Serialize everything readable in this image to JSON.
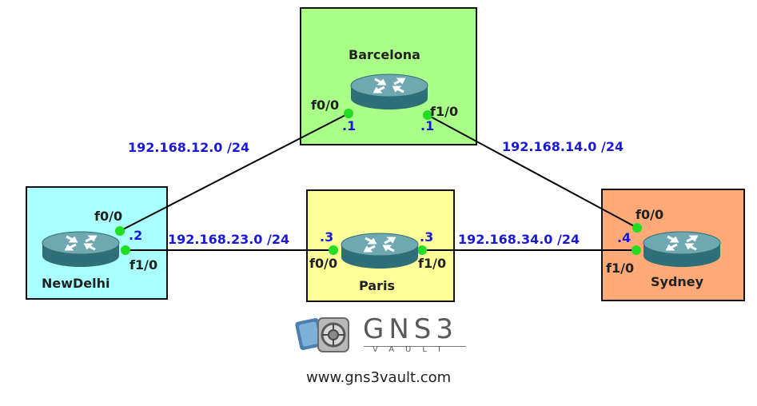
{
  "colors": {
    "barcelona_bg": "#aaff88",
    "newdelhi_bg": "#aaffff",
    "paris_bg": "#ffff99",
    "sydney_bg": "#ffaa77",
    "network_label": "#1a1ad6",
    "port_dot": "#22dd22"
  },
  "routers": {
    "barcelona": {
      "name": "Barcelona",
      "port_left": "f0/0",
      "port_right": "f1/0",
      "octet_left": ".1",
      "octet_right": ".1"
    },
    "newdelhi": {
      "name": "NewDelhi",
      "port_top": "f0/0",
      "port_bottom": "f1/0",
      "octet": ".2"
    },
    "paris": {
      "name": "Paris",
      "port_left": "f0/0",
      "port_right": "f1/0",
      "octet_left": ".3",
      "octet_right": ".3"
    },
    "sydney": {
      "name": "Sydney",
      "port_top": "f0/0",
      "port_bottom": "f1/0",
      "octet": ".4"
    }
  },
  "networks": {
    "n12": "192.168.12.0 /24",
    "n14": "192.168.14.0 /24",
    "n23": "192.168.23.0 /24",
    "n34": "192.168.34.0 /24"
  },
  "logo": {
    "title": "GNS3",
    "subtitle": "VAULT"
  },
  "footer": {
    "url": "www.gns3vault.com"
  }
}
